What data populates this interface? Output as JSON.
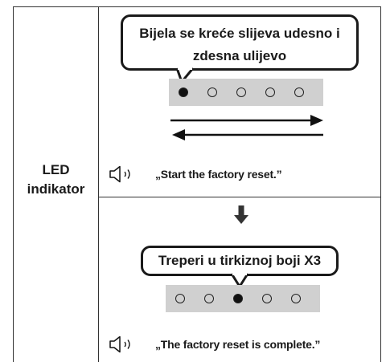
{
  "table": {
    "label_line1": "LED",
    "label_line2": "indikator"
  },
  "step1": {
    "callout_line1": "Bijela se kreće slijeva udesno i",
    "callout_line2": "zdesna ulijevo",
    "leds": [
      true,
      false,
      false,
      false,
      false
    ],
    "voice_prompt": "„Start the factory reset.”",
    "icons": [
      "speaker-icon",
      "arrow-right-icon",
      "arrow-left-icon"
    ]
  },
  "step2": {
    "callout": "Treperi u tirkiznoj boji X3",
    "leds": [
      false,
      false,
      true,
      false,
      false
    ],
    "voice_prompt": "„The factory reset is complete.”",
    "icons": [
      "down-arrow-icon",
      "speaker-icon"
    ]
  },
  "colors": {
    "line": "#333333",
    "strip": "#d0d0d0",
    "led_on": "#111111"
  }
}
